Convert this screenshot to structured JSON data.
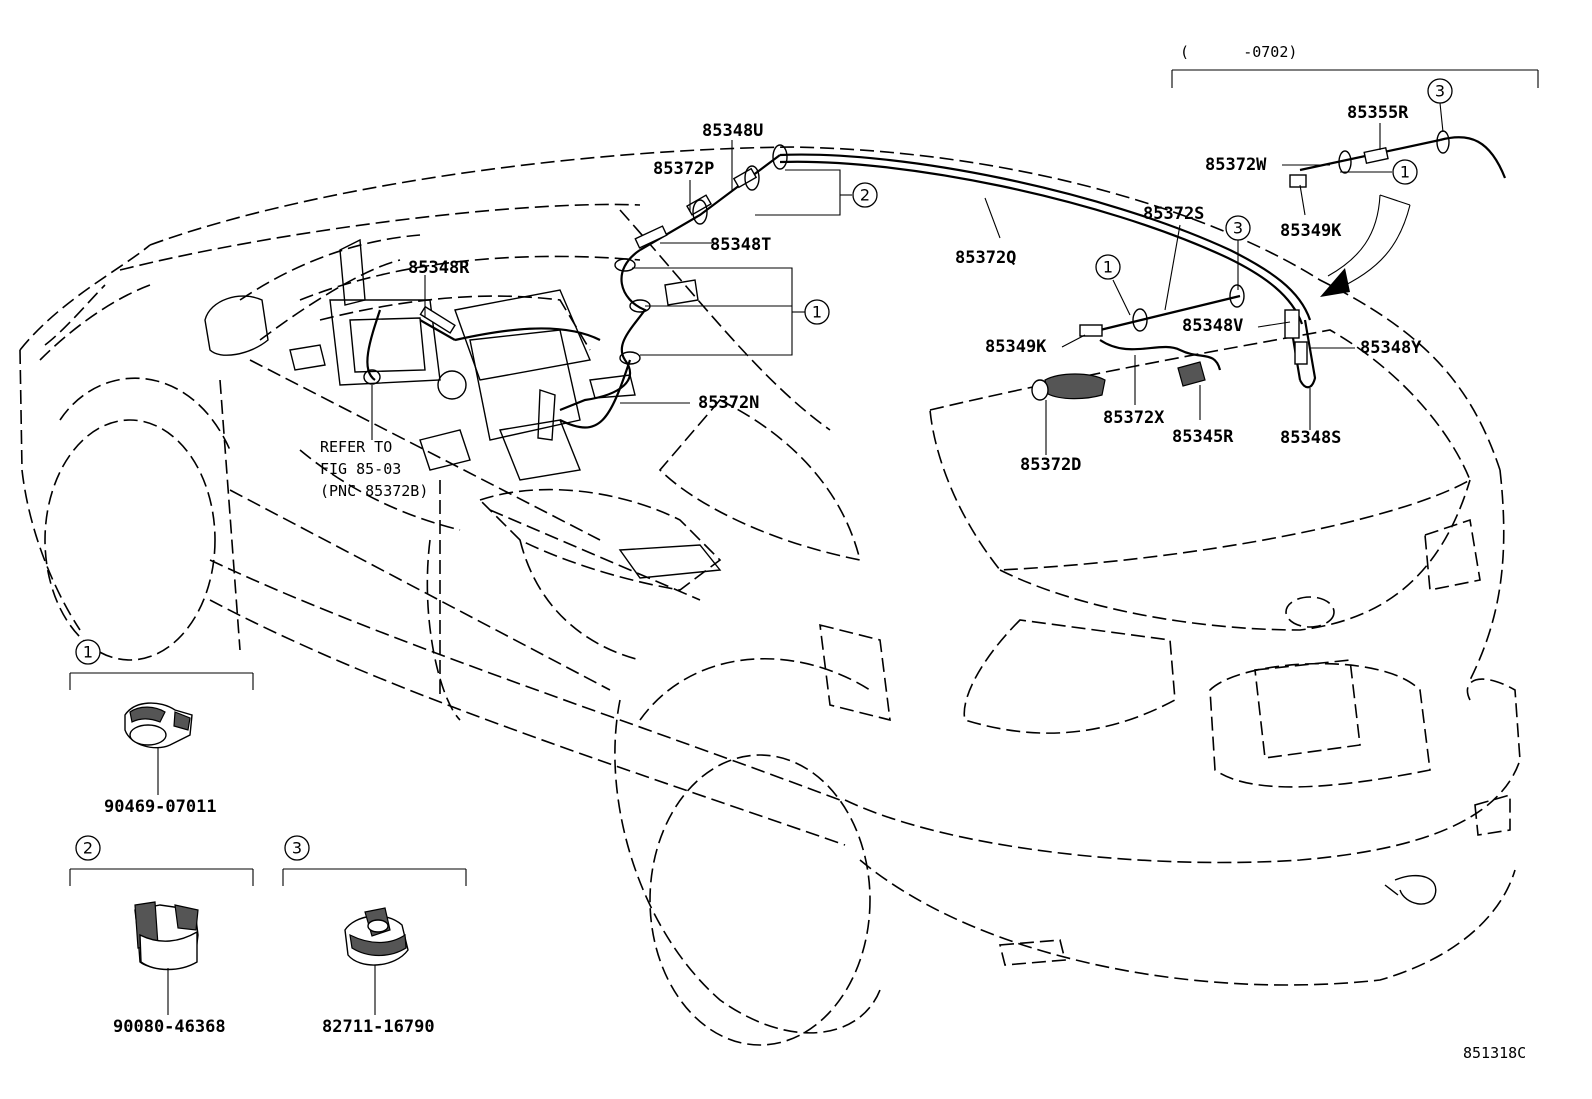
{
  "labels": {
    "l_85348U": "85348U",
    "l_85372P": "85372P",
    "l_85348T": "85348T",
    "l_85348R": "85348R",
    "l_85372N": "85372N",
    "l_85372Q": "85372Q",
    "l_85355R": "85355R",
    "l_85372W": "85372W",
    "l_85349K_top": "85349K",
    "l_85372S": "85372S",
    "l_85349K": "85349K",
    "l_85348V": "85348V",
    "l_85348Y": "85348Y",
    "l_85372X": "85372X",
    "l_85345R": "85345R",
    "l_85348S": "85348S",
    "l_85372D": "85372D"
  },
  "refer_note": {
    "line1": "REFER TO",
    "line2": "FIG 85-03",
    "line3": "(PNC 85372B)"
  },
  "date_range": "(      -0702)",
  "callouts": {
    "one": "1",
    "two": "2",
    "three": "3"
  },
  "legend": [
    {
      "key": "1",
      "part_number": "90469-07011",
      "icon": "wire-clamp-icon"
    },
    {
      "key": "2",
      "part_number": "90080-46368",
      "icon": "band-clamp-icon"
    },
    {
      "key": "3",
      "part_number": "82711-16790",
      "icon": "harness-clip-icon"
    }
  ],
  "figure_code": "851318C"
}
